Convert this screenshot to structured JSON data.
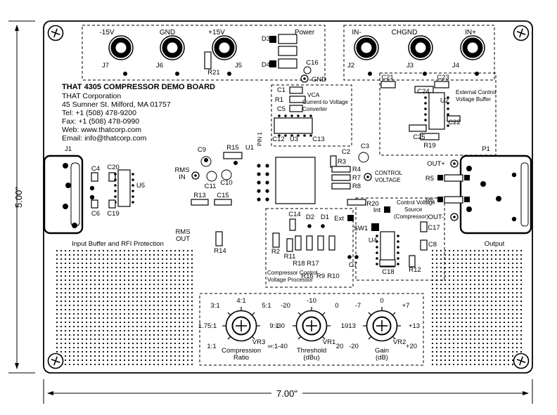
{
  "board": {
    "dim_height": "5.00\"",
    "dim_width": "7.00\"",
    "title_block": {
      "l1": "THAT 4305 COMPRESSOR DEMO BOARD",
      "l2": "THAT Corporation",
      "l3": "45 Sumner St. Milford, MA 01757",
      "l4": "Tel: +1 (508) 478-9200",
      "l5": "Fax: +1 (508) 478-0990",
      "l6": "Web: www.thatcorp.com",
      "l7": "Email: info@thatcorp.com"
    },
    "sections": {
      "power": "Power",
      "ext_buffer_1": "External Control",
      "ext_buffer_2": "Voltage Buffer",
      "vca_1": "VCA",
      "vca_2": "Current-to Voltage",
      "vca_3": "Converter",
      "cvs_1": "Control Voltage",
      "cvs_2": "Source",
      "cvs_3": "(Compressor)",
      "ccvp_1": "Compressor Control",
      "ccvp_2": "Voltage Processor",
      "input_buffer": "Input Buffer and RFI Protection",
      "output": "Output",
      "control_1": "CONTROL",
      "control_2": "VOLTAGE",
      "rms_in_1": "RMS",
      "rms_in_2": "IN",
      "rms_out_1": "RMS",
      "rms_out_2": "OUT",
      "int": "Int",
      "ext": "Ext",
      "pin1": "PIN 1",
      "gnd_tp": "GND",
      "out_pos": "OUT+",
      "out_neg": "OUT-"
    },
    "connectors": {
      "j7_lbl": "-15V",
      "j6_lbl": "GND",
      "j5_lbl": "+15V",
      "j2_lbl": "IN-",
      "j3_lbl": "CHGND",
      "j4_lbl": "IN+",
      "j7": "J7",
      "j6": "J6",
      "j5": "J5",
      "j2": "J2",
      "j3": "J3",
      "j4": "J4",
      "j1": "J1",
      "p1": "P1"
    },
    "refs": {
      "r21": "R21",
      "d3": "D3",
      "d4": "D4",
      "c16": "C16",
      "c1": "C1",
      "r1": "R1",
      "c5": "C5",
      "c12": "C12",
      "u3": "U3",
      "c13": "C13",
      "c21": "C21",
      "c23": "C23",
      "c24": "C24",
      "u2": "U2",
      "c25": "C25",
      "r19": "R19",
      "c22": "C22",
      "u1": "U1",
      "c9": "C9",
      "r15": "R15",
      "c2": "C2",
      "c3": "C3",
      "r3": "R3",
      "r4": "R4",
      "r7": "R7",
      "r8": "R8",
      "c11": "C11",
      "c10": "C10",
      "r13": "R13",
      "c15": "C15",
      "r20": "R20",
      "r5": "R5",
      "r6": "R6",
      "c4": "C4",
      "c20": "C20",
      "u5": "U5",
      "c6": "C6",
      "c19": "C19",
      "c14": "C14",
      "d2": "D2",
      "d1": "D1",
      "sw1": "SW1",
      "u4": "U4",
      "c17": "C17",
      "c8": "C8",
      "c18": "C18",
      "r12": "R12",
      "r14": "R14",
      "r2": "R2",
      "r11": "R11",
      "r18": "R18",
      "r17": "R17",
      "r16": "R16",
      "r9": "R9",
      "r10": "R10",
      "c7": "C7"
    },
    "pots": [
      {
        "name": "VR3",
        "line1": "Compression",
        "line2": "Ratio",
        "s_top": "4:1",
        "s_topleft": "3:1",
        "s_topright": "5:1",
        "s_midleft": "1.75:1",
        "s_midright": "9:1",
        "s_botleft": "1:1",
        "s_botright": "∞:1"
      },
      {
        "name": "VR1",
        "line1": "Threshold",
        "line2": "(dBu)",
        "s_top": "-10",
        "s_topleft": "-20",
        "s_topright": "0",
        "s_midleft": "-30",
        "s_midright": "10",
        "s_botleft": "-40",
        "s_botright": "20"
      },
      {
        "name": "VR2",
        "line1": "Gain",
        "line2": "(dB)",
        "s_top": "0",
        "s_topleft": "-7",
        "s_topright": "+7",
        "s_midleft": "-13",
        "s_midright": "+13",
        "s_botleft": "-20",
        "s_botright": "+20"
      }
    ]
  }
}
